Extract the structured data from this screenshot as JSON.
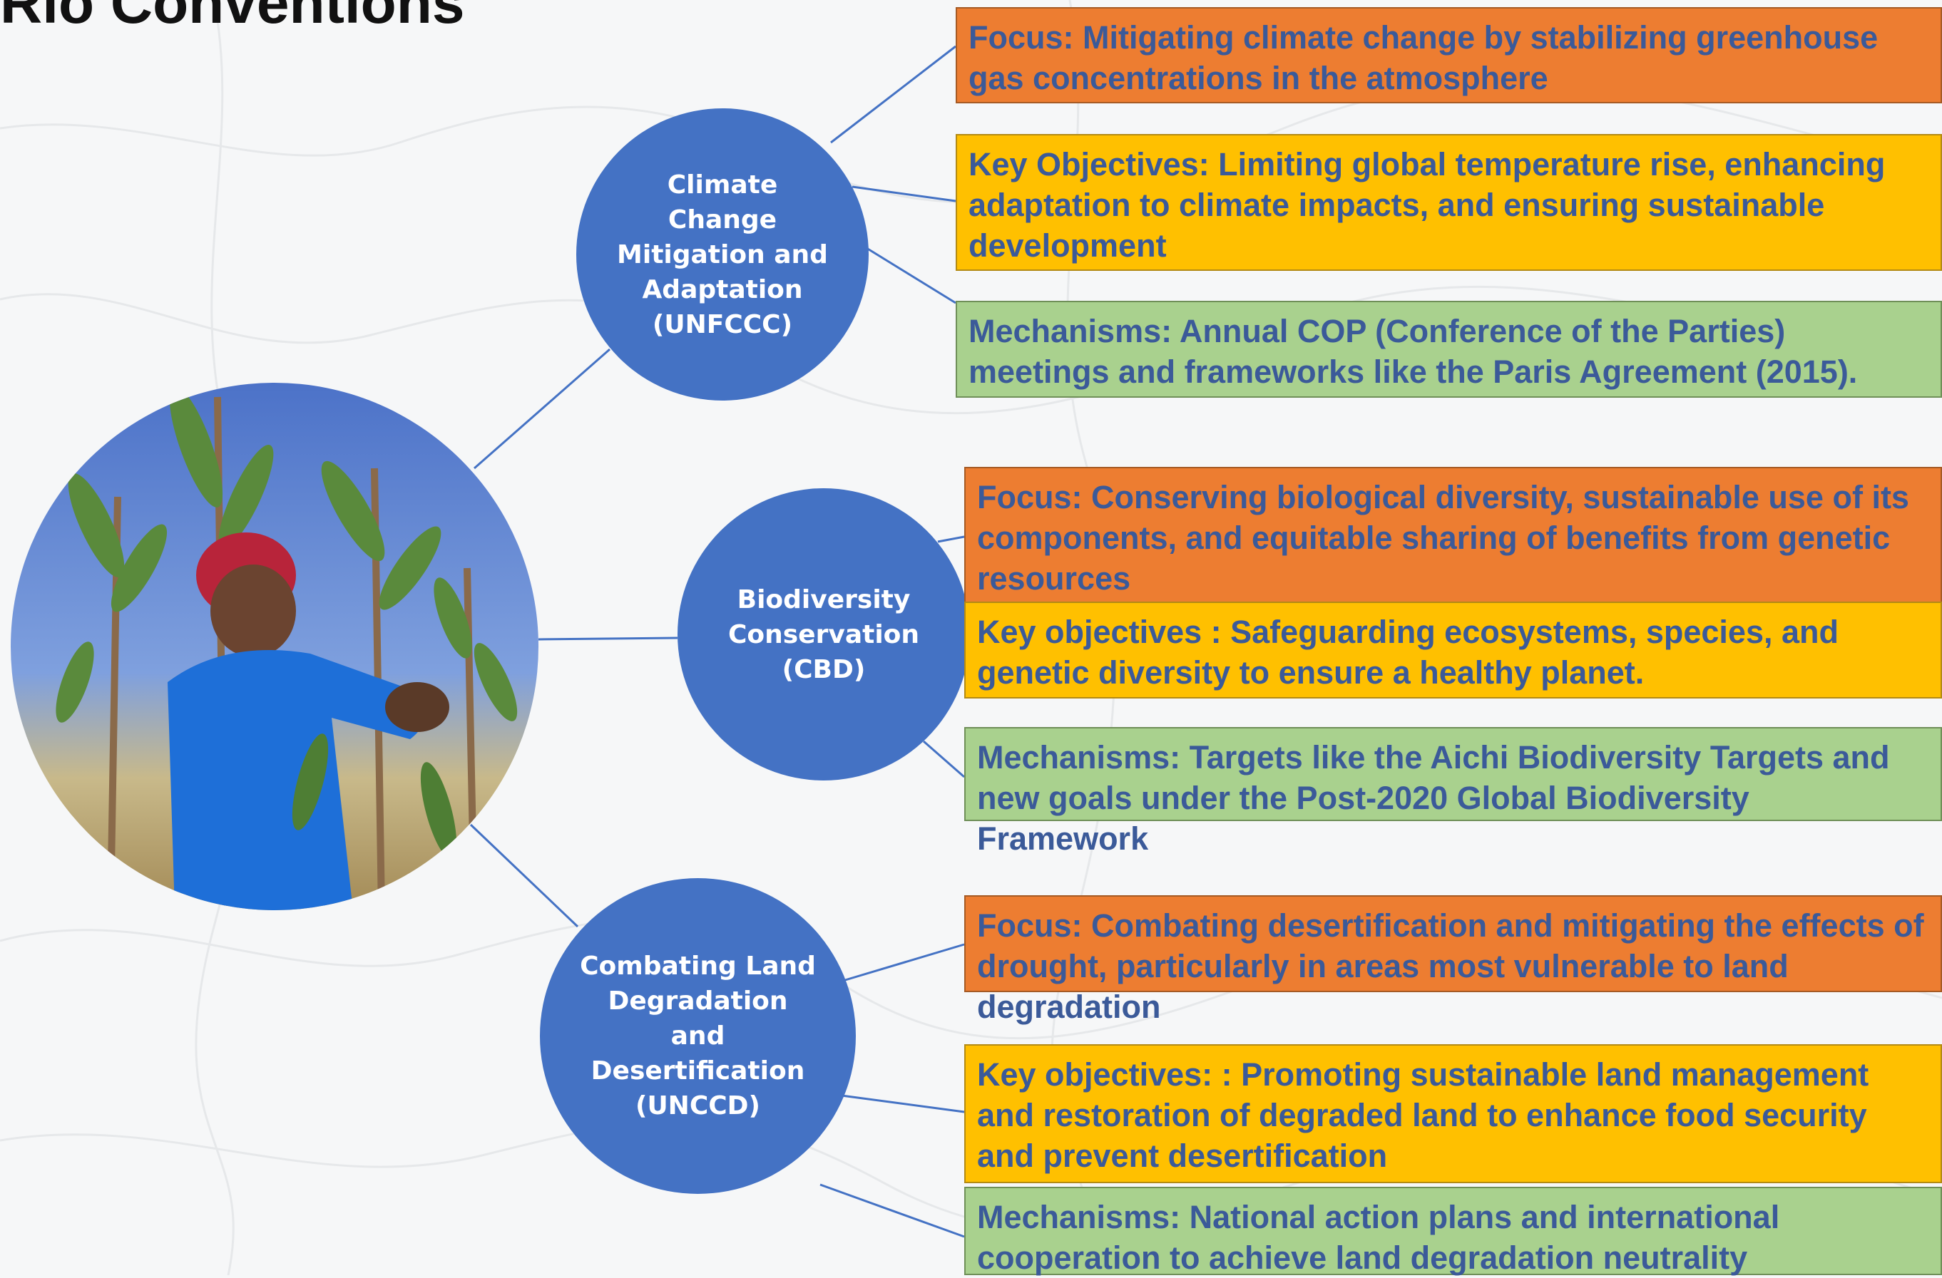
{
  "title": "Rio Conventions",
  "colors": {
    "node_fill": "#4472c4",
    "focus_fill": "#ed7d31",
    "key_fill": "#ffc000",
    "mechanism_fill": "#a9d18e",
    "box_text": "#3b5a99"
  },
  "center_image": {
    "icon": "farmer-planting-seedlings-photo"
  },
  "conventions": [
    {
      "label_lines": [
        "Climate",
        "Change",
        "Mitigation and",
        "Adaptation",
        "(UNFCCC)"
      ],
      "focus": "Focus: Mitigating climate change by stabilizing greenhouse gas concentrations in the atmosphere",
      "key_objectives": "Key Objectives: Limiting global temperature rise, enhancing adaptation to climate impacts, and ensuring sustainable development",
      "mechanisms": "Mechanisms: Annual COP (Conference of the Parties) meetings and frameworks like the Paris Agreement (2015)."
    },
    {
      "label_lines": [
        "Biodiversity",
        "Conservation",
        "(CBD)"
      ],
      "focus": "Focus: Conserving biological diversity, sustainable use of its components, and equitable sharing of benefits from genetic resources",
      "key_objectives": "Key objectives : Safeguarding ecosystems, species, and genetic diversity to ensure a healthy planet.",
      "mechanisms": "Mechanisms: Targets like the Aichi Biodiversity Targets and new goals under the Post-2020 Global Biodiversity Framework"
    },
    {
      "label_lines": [
        "Combating Land",
        "Degradation",
        "and",
        "Desertification",
        "(UNCCD)"
      ],
      "focus": "Focus: Combating desertification and mitigating the effects of drought, particularly in areas most vulnerable to land degradation",
      "key_objectives": "Key objectives: : Promoting sustainable land management and restoration of degraded land to enhance food security and prevent desertification",
      "mechanisms": "Mechanisms: National action plans and international cooperation to achieve land degradation neutrality"
    }
  ]
}
